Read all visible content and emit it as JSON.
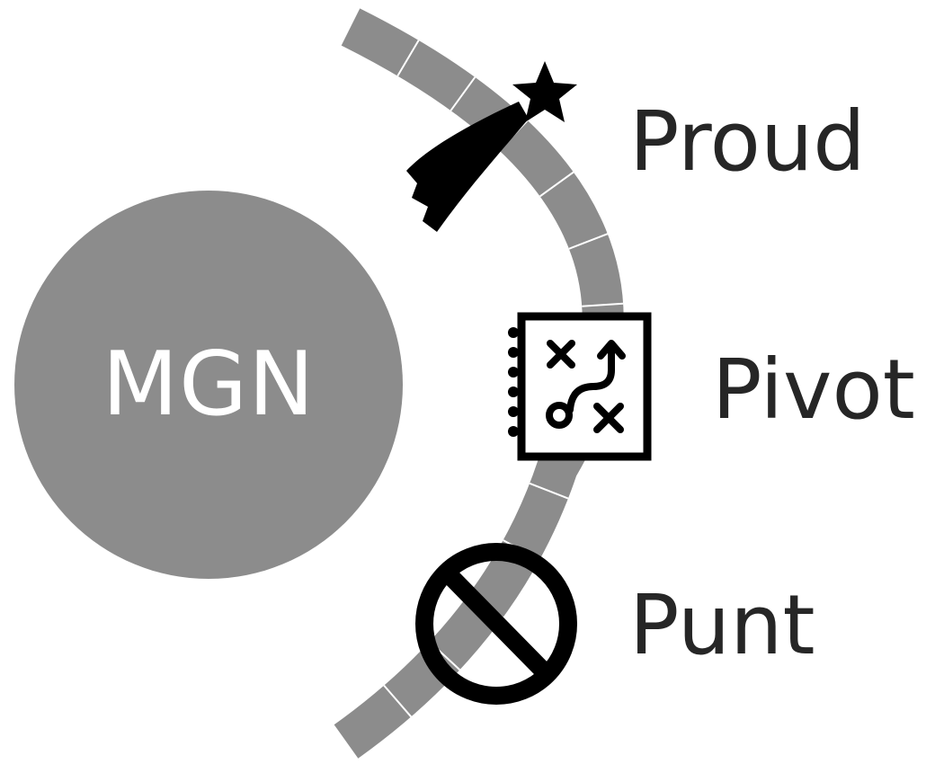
{
  "diagram": {
    "center_label": "MGN",
    "items": [
      {
        "label": "Proud",
        "icon": "shooting-star-icon"
      },
      {
        "label": "Pivot",
        "icon": "strategy-playbook-icon"
      },
      {
        "label": "Punt",
        "icon": "prohibited-icon"
      }
    ],
    "colors": {
      "circle": "#8c8c8c",
      "arc": "#8c8c8c",
      "icons": "#000000",
      "text": "#262626"
    }
  }
}
